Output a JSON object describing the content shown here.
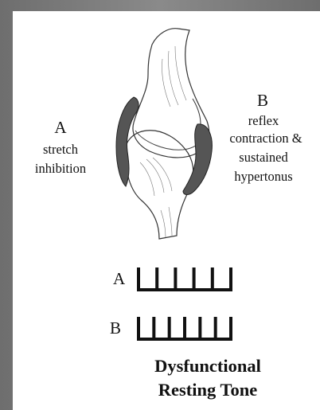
{
  "label_a": {
    "letter": "A",
    "line1": "stretch",
    "line2": "inhibition"
  },
  "label_b": {
    "letter": "B",
    "line1": "reflex",
    "line2": "contraction &",
    "line3": "sustained",
    "line4": "hypertonus"
  },
  "traces": [
    {
      "letter": "A",
      "ticks": 5
    },
    {
      "letter": "B",
      "ticks": 6
    }
  ],
  "title": {
    "line1": "Dysfunctional",
    "line2": "Resting Tone"
  }
}
